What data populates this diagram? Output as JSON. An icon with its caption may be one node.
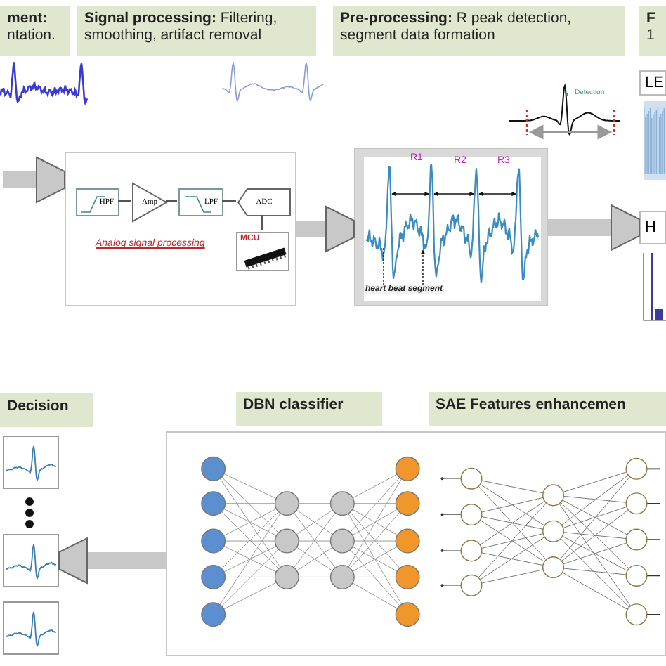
{
  "diagram": {
    "nodes": [
      {
        "text": [
          "**ment:** ntation."
        ]
      },
      {
        "text": [
          "**Signal processing:** Filtering, smoothing, artifact removal"
        ]
      },
      {
        "text": [
          "**Pre-processing:** R peak detection, segment data formation"
        ]
      },
      {
        "text": [
          "**F** 1"
        ]
      },
      {
        "text": [],
        "shape": "picture"
      },
      {
        "text": [],
        "shape": "picture"
      },
      {
        "text": [],
        "shape": "box"
      },
      {
        "text": [
          "HPF"
        ],
        "in": 6
      },
      {
        "text": [
          "Amp"
        ],
        "in": 6
      },
      {
        "text": [
          "LPF"
        ],
        "in": 6
      },
      {
        "text": [
          "ADC"
        ],
        "in": 6
      },
      {
        "text": [
          "MCU"
        ],
        "in": 6
      },
      {
        "text": [],
        "shape": "box"
      },
      {
        "text": [],
        "shape": "picture"
      },
      {
        "text": [
          "LE"
        ]
      },
      {
        "text": [],
        "shape": "picture"
      },
      {
        "text": [
          "H"
        ]
      },
      {
        "text": [],
        "shape": "picture"
      },
      {
        "text": [
          "Decision"
        ]
      },
      {
        "text": [
          "DBN classifier"
        ]
      },
      {
        "text": [
          "SAE Features enhancemen"
        ]
      },
      {
        "text": [],
        "shape": "box"
      },
      {
        "text": [],
        "shape": "picture"
      },
      {
        "text": [],
        "shape": "picture"
      },
      {
        "text": [],
        "shape": "picture"
      }
    ],
    "edges": [
      {
        "from": null,
        "to": 6,
        "arrow": "to",
        "style": "thick"
      },
      {
        "from": 6,
        "to": 12,
        "arrow": "to",
        "style": "thick"
      },
      {
        "from": 12,
        "to": 16,
        "arrow": "to",
        "style": "thick"
      },
      {
        "from": 21,
        "to": 23,
        "arrow": "to",
        "style": "thick"
      },
      {
        "from": 7,
        "to": 8,
        "arrow": "none",
        "color": "#555555"
      },
      {
        "from": 8,
        "to": 9,
        "arrow": "none",
        "color": "#555555"
      },
      {
        "from": 9,
        "to": 10,
        "arrow": "none",
        "color": "#555555"
      },
      {
        "from": 10,
        "to": 11,
        "arrow": "none",
        "color": "#555555"
      }
    ],
    "labels": [
      "Detection",
      "Analog signal processing",
      "R1",
      "R2",
      "R3",
      "heart beat segment"
    ]
  }
}
